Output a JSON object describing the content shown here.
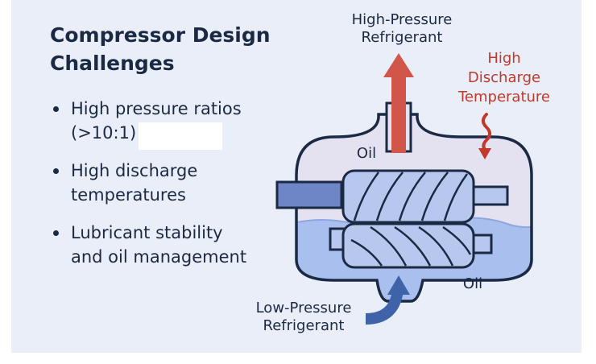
{
  "title": "Compressor Design\nChallenges",
  "bullets": [
    "High pressure ratios\n(>10:1)",
    "High discharge\ntemperatures",
    "Lubricant stability\nand oil management"
  ],
  "diagram": {
    "high_pressure_label": "High-Pressure\nRefrigerant",
    "high_temp_label": "High\nDischarge\nTemperature",
    "low_pressure_label": "Low-Pressure\nRefrigerant",
    "oil_label_top": "Oil",
    "oil_label_bottom": "Oil"
  },
  "colors": {
    "background_panel": "#e9eef9",
    "title_text": "#1b2a44",
    "casing_fill": "#e4e2f0",
    "oil_fill": "#a9bfee",
    "rotor_fill": "#b8c7ee",
    "outline": "#1b2a44",
    "discharge_arrow": "#d2554a",
    "heat_accent": "#c0392b",
    "suction_arrow": "#3f63a8",
    "shaft_fill": "#6f86c6"
  },
  "icons": [
    "discharge-arrow-icon",
    "heat-wave-icon",
    "suction-arrow-icon"
  ]
}
